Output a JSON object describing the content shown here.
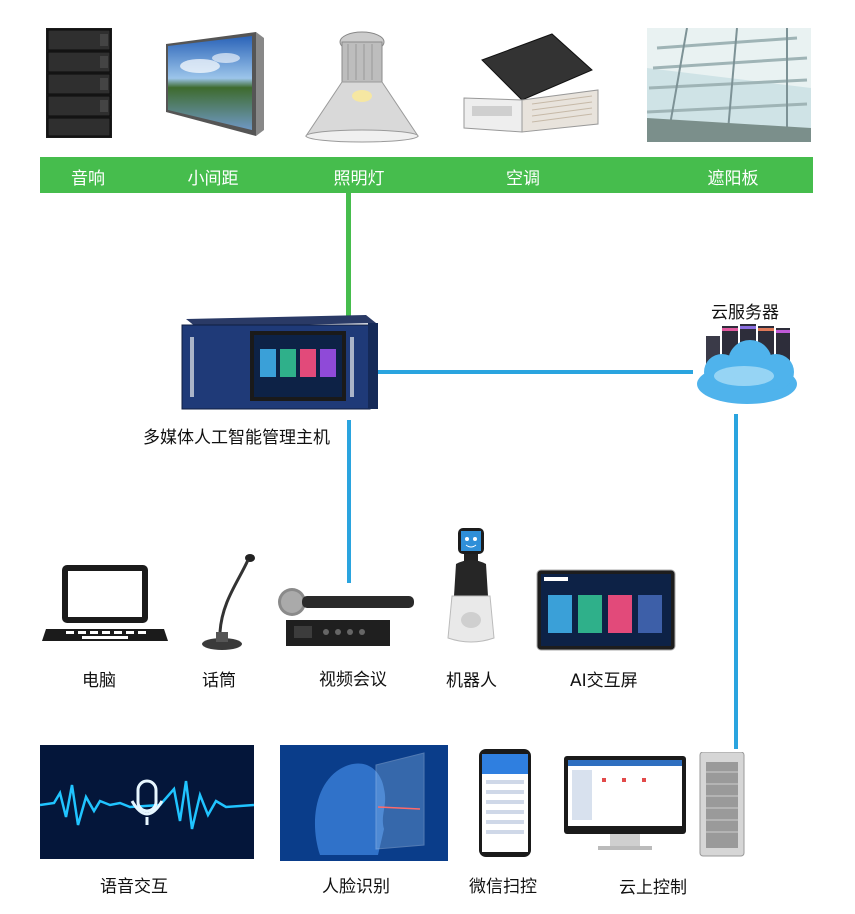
{
  "top_devices": {
    "speaker": "音响",
    "led_wall": "小间距",
    "lamp": "照明灯",
    "ac": "空调",
    "sunshade": "遮阳板"
  },
  "host": {
    "label": "多媒体人工智能管理主机"
  },
  "cloud": {
    "label": "云服务器"
  },
  "middle_devices": {
    "pc": "电脑",
    "mic": "话筒",
    "video": "视频会议",
    "robot": "机器人",
    "ai_screen": "AI交互屏"
  },
  "bottom_features": {
    "voice": "语音交互",
    "face": "人脸识别",
    "wechat": "微信扫控",
    "cloud_ctrl": "云上控制"
  },
  "colors": {
    "green_line": "#46bd4d",
    "blue_line": "#2aa4df"
  }
}
